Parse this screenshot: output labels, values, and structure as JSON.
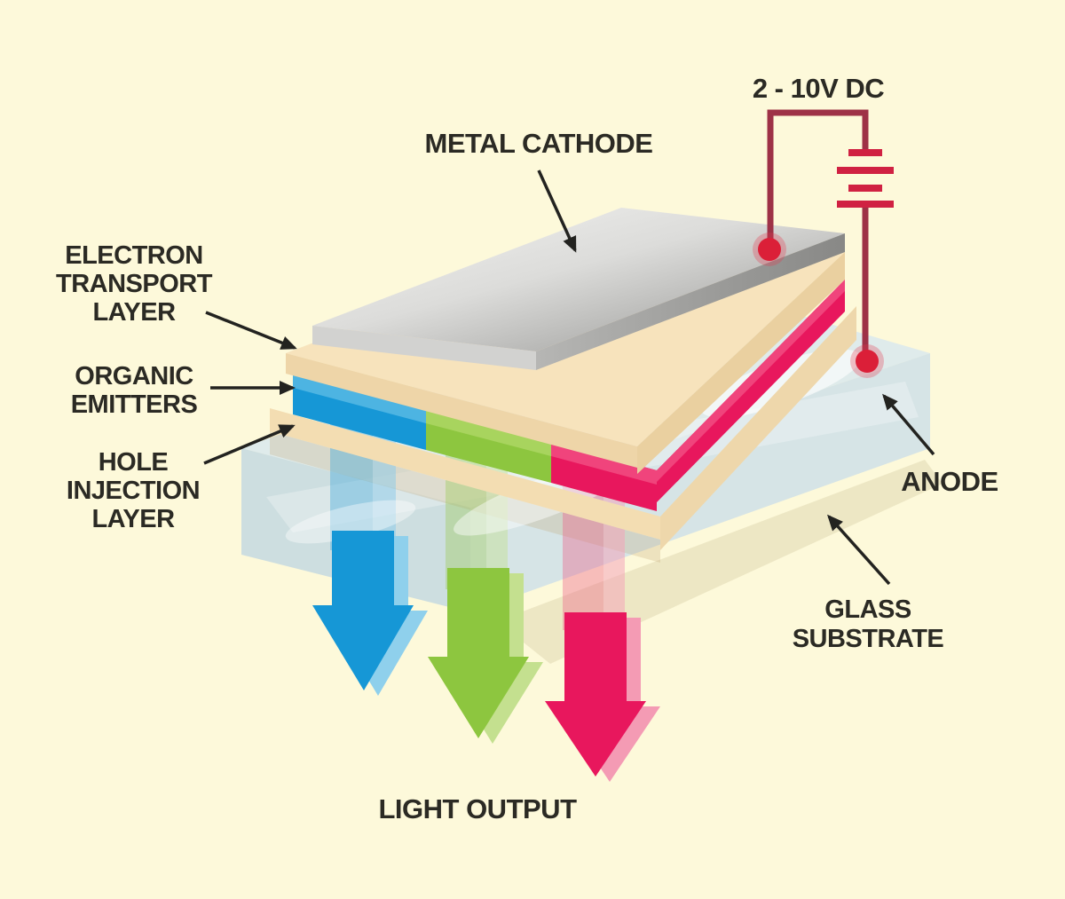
{
  "diagram_subject": "OLED device structure",
  "labels": {
    "metal_cathode": "METAL CATHODE",
    "voltage_supply": "2 - 10V DC",
    "electron_transport_layer_lines": [
      "ELECTRON",
      "TRANSPORT",
      "LAYER"
    ],
    "organic_emitters_lines": [
      "ORGANIC",
      "EMITTERS"
    ],
    "hole_injection_layer_lines": [
      "HOLE",
      "INJECTION",
      "LAYER"
    ],
    "anode": "ANODE",
    "glass_substrate_lines": [
      "GLASS",
      "SUBSTRATE"
    ],
    "light_output": "LIGHT OUTPUT"
  },
  "layers": [
    {
      "name": "Metal cathode",
      "color": "#B5B5B3"
    },
    {
      "name": "Electron transport layer",
      "color": "#F7E3BC"
    },
    {
      "name": "Organic emitters",
      "colors": [
        "#1697D6",
        "#8DC63F",
        "#E8175D"
      ]
    },
    {
      "name": "Hole injection layer",
      "color": "#F3DDB2"
    },
    {
      "name": "Anode",
      "color": "#DB1F38"
    },
    {
      "name": "Glass substrate",
      "color": "#D9E7EB"
    }
  ],
  "light_output_arrows": [
    {
      "name": "blue-light",
      "color": "#1697D6"
    },
    {
      "name": "green-light",
      "color": "#8DC63F"
    },
    {
      "name": "red-light",
      "color": "#E8175D"
    }
  ],
  "circuit": {
    "voltage_range": "2 - 10V DC",
    "wire_color": "#9E3247",
    "battery_bar_color": "#D02142",
    "contact_dot_color": "#DB1F38"
  },
  "background_color": "#FDF9DA",
  "text_color": "#2B2A24"
}
